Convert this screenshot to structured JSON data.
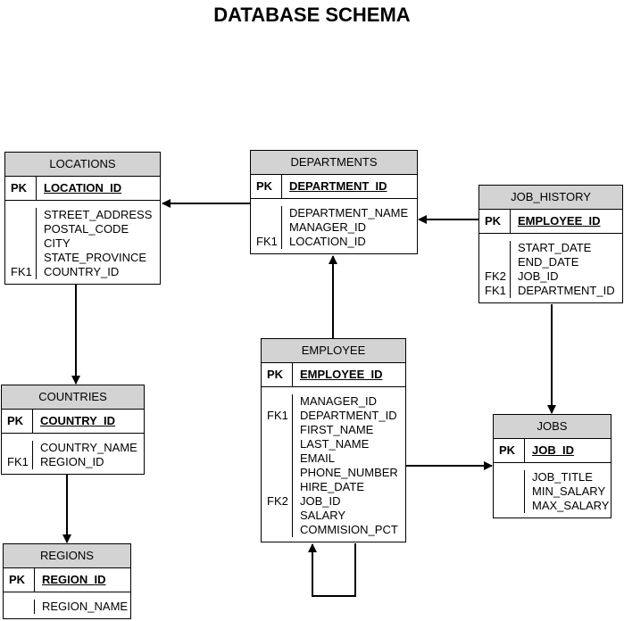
{
  "title": "DATABASE SCHEMA",
  "entities": {
    "locations": {
      "name": "LOCATIONS",
      "pk_label": "PK",
      "pk": "LOCATION_ID",
      "attrs": [
        "STREET_ADDRESS",
        "POSTAL_CODE",
        "CITY",
        "STATE_PROVINCE",
        "COUNTRY_ID"
      ],
      "keys": [
        "",
        "",
        "",
        "",
        "FK1"
      ]
    },
    "departments": {
      "name": "DEPARTMENTS",
      "pk_label": "PK",
      "pk": "DEPARTMENT_ID",
      "attrs": [
        "DEPARTMENT_NAME",
        "MANAGER_ID",
        "LOCATION_ID"
      ],
      "keys": [
        "",
        "",
        "FK1"
      ]
    },
    "job_history": {
      "name": "JOB_HISTORY",
      "pk_label": "PK",
      "pk": "EMPLOYEE_ID",
      "attrs": [
        "START_DATE",
        "END_DATE",
        "JOB_ID",
        "DEPARTMENT_ID"
      ],
      "keys": [
        "",
        "",
        "FK2",
        "FK1"
      ]
    },
    "countries": {
      "name": "COUNTRIES",
      "pk_label": "PK",
      "pk": "COUNTRY_ID",
      "attrs": [
        "COUNTRY_NAME",
        "REGION_ID"
      ],
      "keys": [
        "",
        "FK1"
      ]
    },
    "employee": {
      "name": "EMPLOYEE",
      "pk_label": "PK",
      "pk": "EMPLOYEE_ID",
      "attrs": [
        "MANAGER_ID",
        "DEPARTMENT_ID",
        "FIRST_NAME",
        "LAST_NAME",
        "EMAIL",
        "PHONE_NUMBER",
        "HIRE_DATE",
        "JOB_ID",
        "SALARY",
        "COMMISION_PCT"
      ],
      "keys": [
        "",
        "FK1",
        "",
        "",
        "",
        "",
        "",
        "FK2",
        "",
        ""
      ]
    },
    "jobs": {
      "name": "JOBS",
      "pk_label": "PK",
      "pk": "JOB_ID",
      "attrs": [
        "JOB_TITLE",
        "MIN_SALARY",
        "MAX_SALARY"
      ],
      "keys": [
        "",
        "",
        ""
      ]
    },
    "regions": {
      "name": "REGIONS",
      "pk_label": "PK",
      "pk": "REGION_ID",
      "attrs": [
        "REGION_NAME"
      ],
      "keys": [
        ""
      ]
    }
  },
  "relationships": [
    {
      "from": "departments",
      "to": "locations"
    },
    {
      "from": "job_history",
      "to": "departments"
    },
    {
      "from": "locations",
      "to": "countries"
    },
    {
      "from": "countries",
      "to": "regions"
    },
    {
      "from": "employee",
      "to": "departments"
    },
    {
      "from": "employee",
      "to": "jobs"
    },
    {
      "from": "job_history",
      "to": "jobs"
    },
    {
      "from": "employee",
      "to": "employee"
    }
  ]
}
